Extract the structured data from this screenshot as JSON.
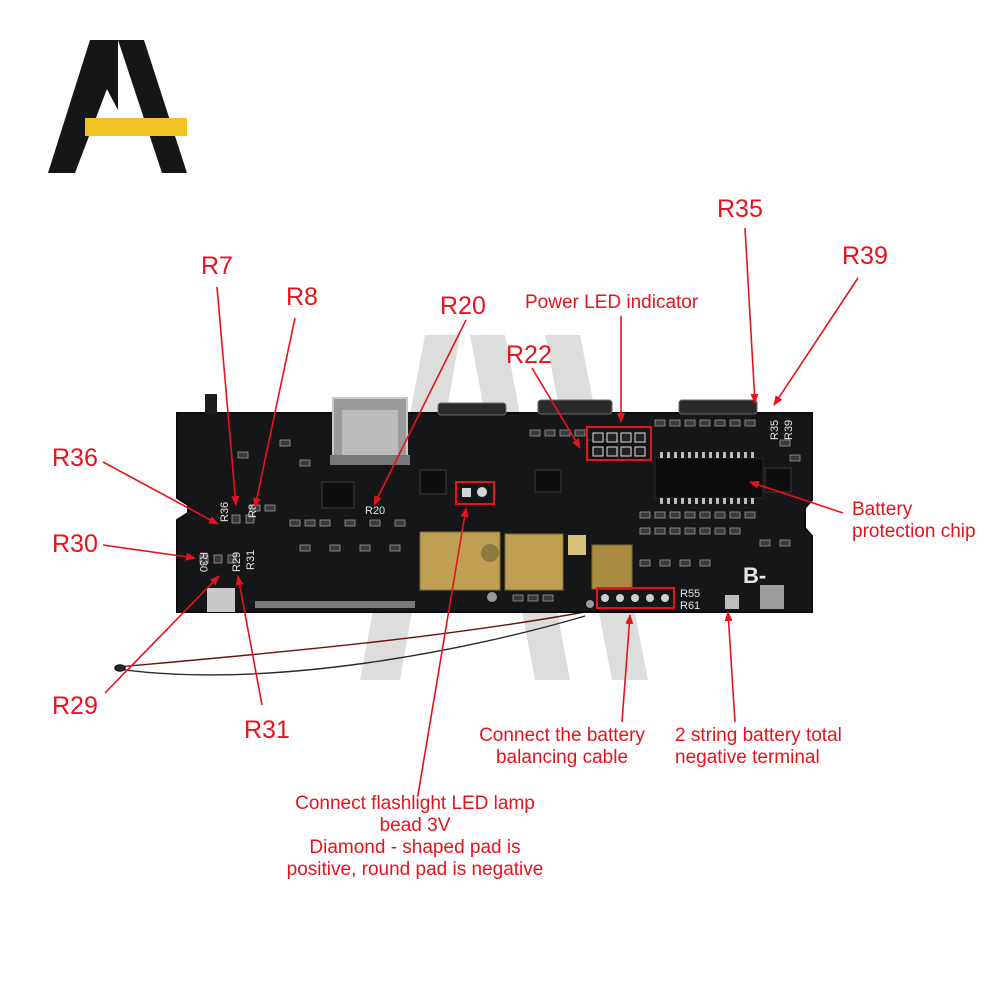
{
  "colors": {
    "label_text": "#e8121c",
    "arrow": "#e8121c",
    "pcb": "#151617",
    "pcb_edge": "#0b0b0c",
    "silk": "#e6e6e6",
    "gold": "#bfa052",
    "logo_dark": "#161616",
    "logo_yellow": "#f3c324",
    "watermark": "#d9d9d9"
  },
  "logo": {
    "name": "brand-logo",
    "icon": "double-A-logo"
  },
  "callouts": {
    "r7": "R7",
    "r8": "R8",
    "r20": "R20",
    "r22": "R22",
    "r35": "R35",
    "r39": "R39",
    "r36": "R36",
    "r30": "R30",
    "r29": "R29",
    "r31": "R31",
    "power_led": "Power LED indicator",
    "battery_chip_1": "Battery",
    "battery_chip_2": "protection chip",
    "balance_1": "Connect the battery",
    "balance_2": "balancing cable",
    "negative_1": "2 string battery total",
    "negative_2": "negative terminal",
    "flashlight_1": "Connect flashlight LED lamp",
    "flashlight_2": "bead 3V",
    "flashlight_3": "Diamond - shaped pad is",
    "flashlight_4": "positive, round pad is negative"
  },
  "silkscreen": {
    "r36": "R36",
    "r8": "R8",
    "r30": "R30",
    "r29": "R29",
    "r31": "R31",
    "r20": "R20",
    "r35": "R35",
    "r39": "R39",
    "r55": "R55",
    "r61": "R61",
    "b_minus": "B-"
  }
}
